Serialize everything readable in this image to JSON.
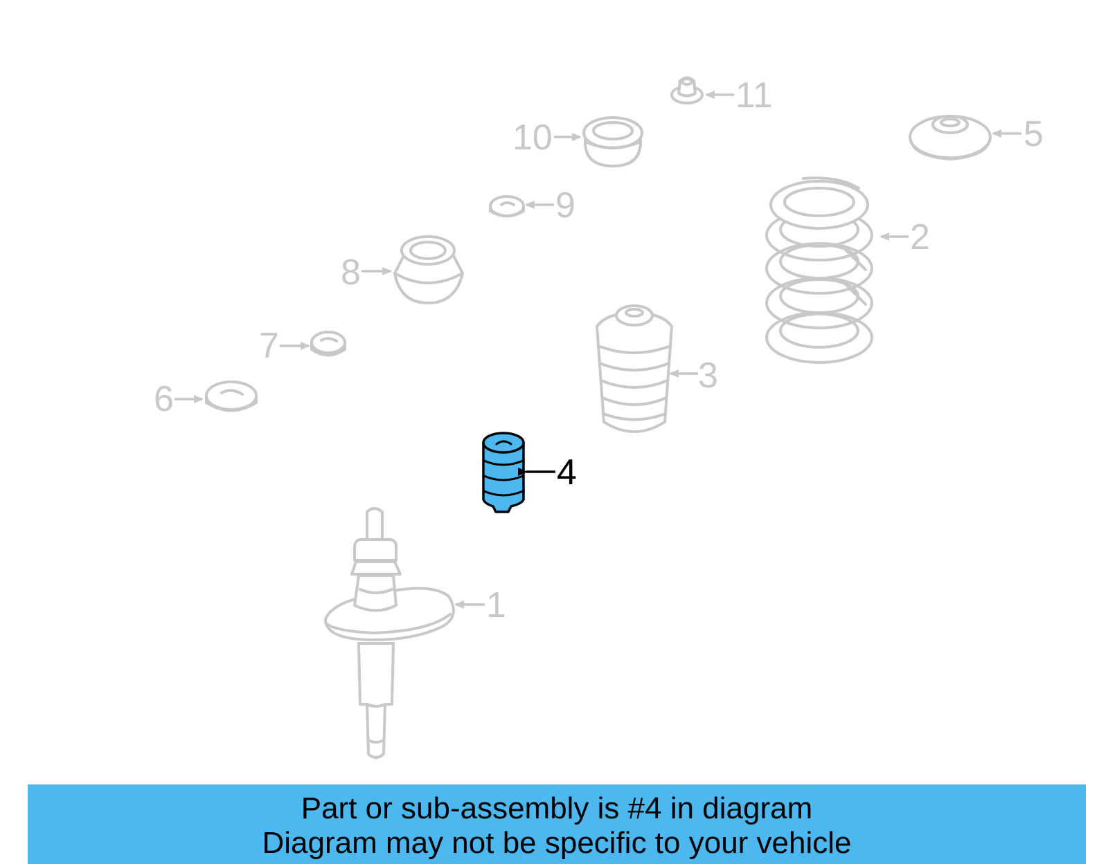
{
  "diagram": {
    "highlight_color": "#4db7f0",
    "callouts": [
      {
        "label": "1"
      },
      {
        "label": "2"
      },
      {
        "label": "3"
      },
      {
        "label": "4",
        "highlighted": true
      },
      {
        "label": "5"
      },
      {
        "label": "6"
      },
      {
        "label": "7"
      },
      {
        "label": "8"
      },
      {
        "label": "9"
      },
      {
        "label": "10"
      },
      {
        "label": "11"
      }
    ]
  },
  "caption": {
    "line1": "Part or sub-assembly is #4 in diagram",
    "line2": "Diagram may not be specific to your vehicle",
    "background": "#4db7f0"
  }
}
